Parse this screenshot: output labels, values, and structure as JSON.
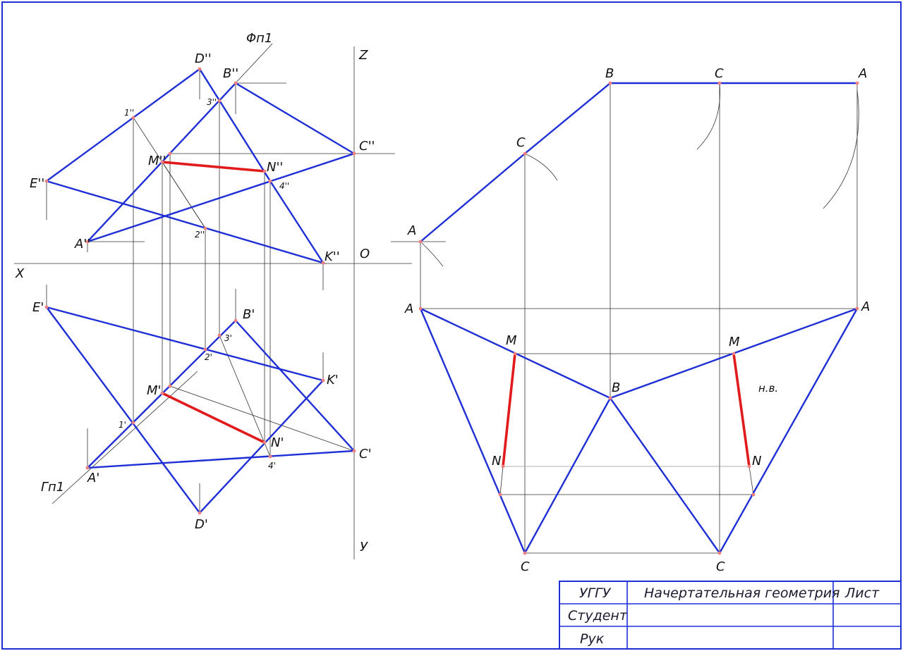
{
  "labels": {
    "phi": "Φп1",
    "z": "Z",
    "x": "X",
    "o": "O",
    "y": "У",
    "gamma": "Гп1",
    "D2": "D''",
    "B2": "B''",
    "C2": "C''",
    "E2": "E''",
    "A2": "A''",
    "K2": "K''",
    "M2": "M''",
    "N2": "N''",
    "p1_2": "1''",
    "p2_2": "2''",
    "p3_2": "3''",
    "p4_2": "4''",
    "E1": "E'",
    "B1": "B'",
    "K1": "K'",
    "C1": "C'",
    "A1": "A'",
    "D1": "D'",
    "M1": "M'",
    "N1": "N'",
    "p1_1": "1'",
    "p2_1": "2'",
    "p3_1": "3'",
    "p4_1": "4'",
    "rB_top": "B",
    "rC_top": "C",
    "rA_top": "A",
    "rC_mid": "C",
    "rA_mid": "A",
    "rA_left": "A",
    "rA_right": "A",
    "rM_left": "M",
    "rM_right": "M",
    "rB_center": "B",
    "rN_left": "N",
    "rN_right": "N",
    "rC_bot_left": "C",
    "rC_bot_right": "C",
    "nv": "н.в."
  },
  "title_block": {
    "org": "УГГУ",
    "subject": "Начертательная геометрия",
    "sheet": "Лист",
    "student": "Студент",
    "supervisor": "Рук"
  }
}
